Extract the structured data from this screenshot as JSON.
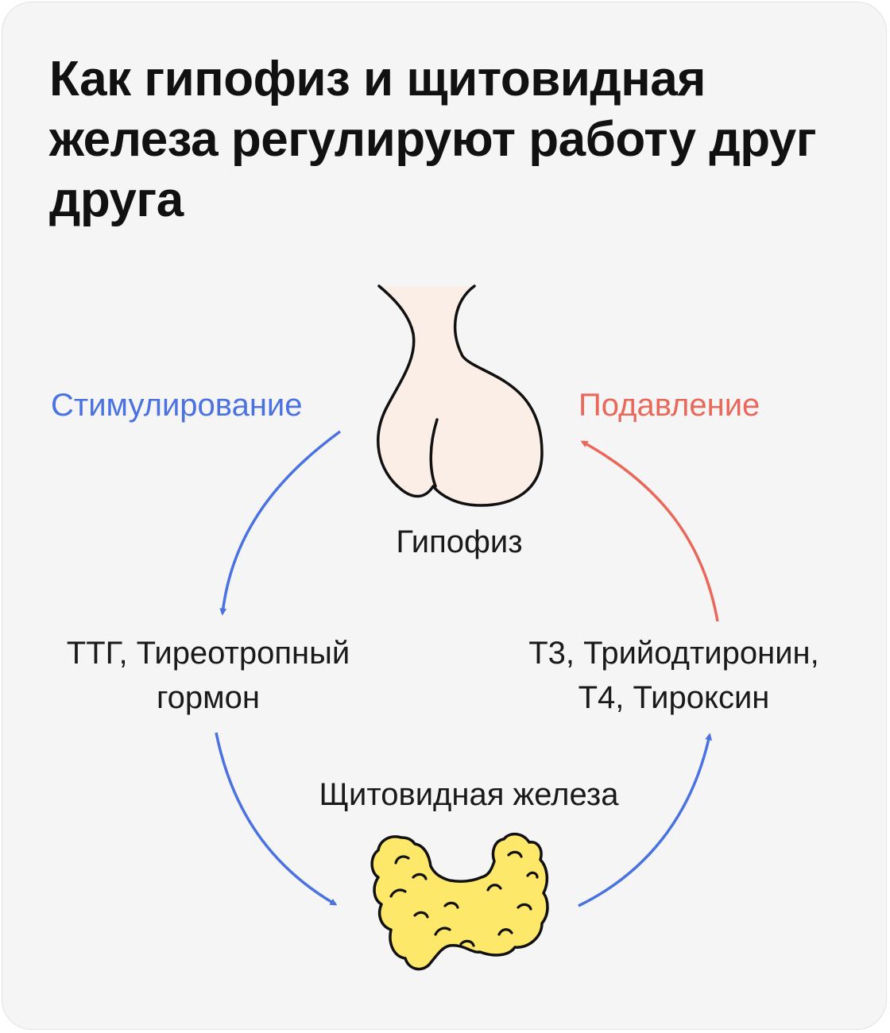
{
  "title": "Как гипофиз и щитовидная железа регулируют работу друг друга",
  "labels": {
    "stimulation": "Стимулирование",
    "suppression": "Подавление",
    "pituitary": "Гипофиз",
    "tsh_line1": "ТТГ, Тиреотропный",
    "tsh_line2": "гормон",
    "thyroid": "Щитовидная железа",
    "t3_line1": "Т3, Трийодтиронин,",
    "t3_line2": "Т4, Тироксин"
  },
  "colors": {
    "stimulation": "#4a72e0",
    "suppression": "#e9685a",
    "pituitary_fill": "#fbeee6",
    "thyroid_fill": "#fde86a",
    "outline": "#111111",
    "background": "#f5f5f5"
  },
  "icons": [
    "pituitary-gland-icon",
    "thyroid-gland-icon"
  ]
}
